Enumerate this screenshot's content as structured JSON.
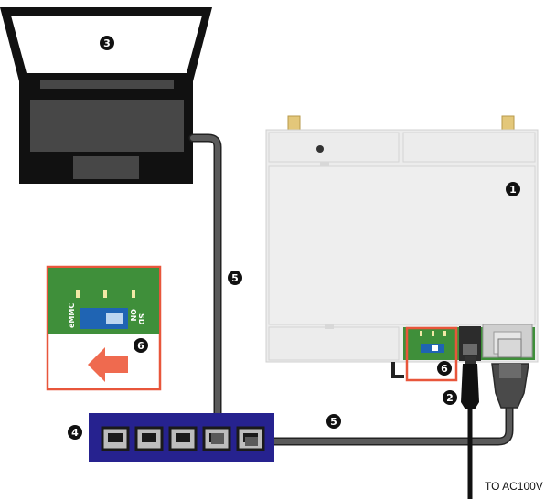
{
  "diagram": {
    "markers": {
      "router": "1",
      "power_adapter": "2",
      "laptop": "3",
      "hub": "4",
      "cable_laptop": "5",
      "cable_hub": "5",
      "switch_callout": "6",
      "switch_on_device": "6"
    },
    "switch_labels": {
      "emmc": "eMMC",
      "on": "ON",
      "sd": "SD"
    },
    "power_label": "TO AC100V"
  },
  "colors": {
    "laptop": "#111111",
    "cable": "#555555",
    "hub": "#26228f",
    "router_body": "#ececec",
    "pcb": "#3f8f3a",
    "dip_switch": "#1f64b3",
    "highlight": "#e8563b",
    "arrow": "#ef6a4f",
    "antenna": "#e3c77a"
  }
}
